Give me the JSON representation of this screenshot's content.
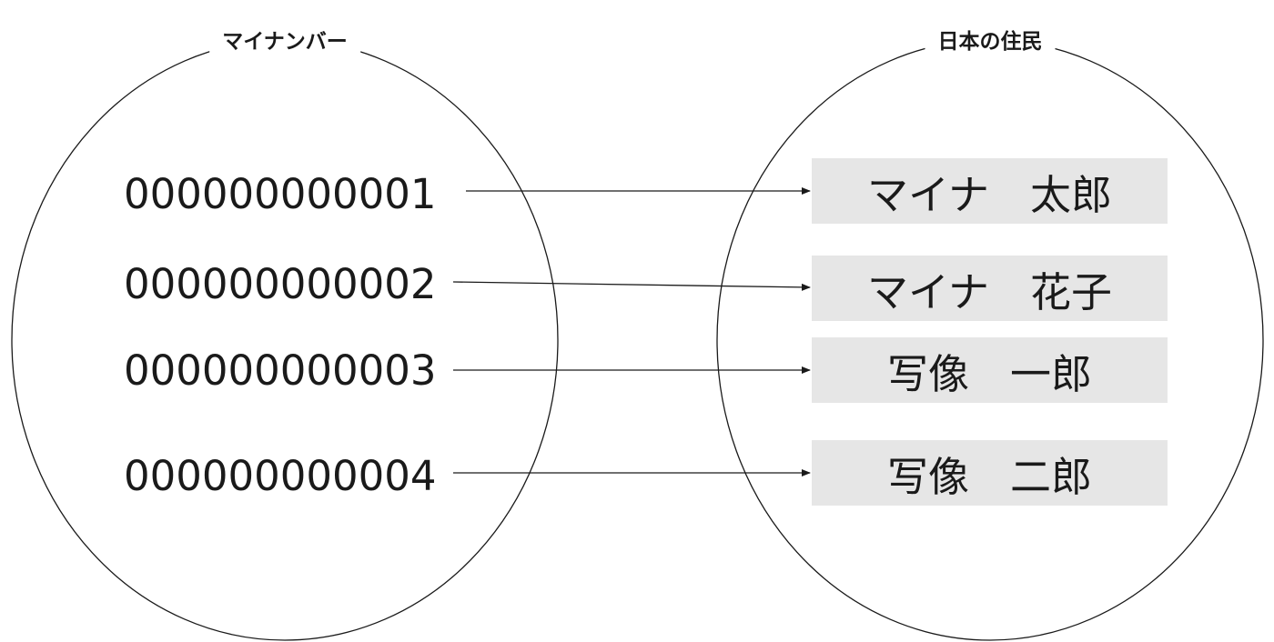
{
  "sets": {
    "left_title": "マイナンバー",
    "right_title": "日本の住民"
  },
  "numbers": [
    "000000000001",
    "000000000002",
    "000000000003",
    "000000000004"
  ],
  "names": [
    "マイナ　太郎",
    "マイナ　花子",
    "写像　一郎",
    "写像　二郎"
  ],
  "colors": {
    "stroke": "#1a1a1a",
    "name_box_fill": "#e6e6e6",
    "background": "#ffffff"
  }
}
